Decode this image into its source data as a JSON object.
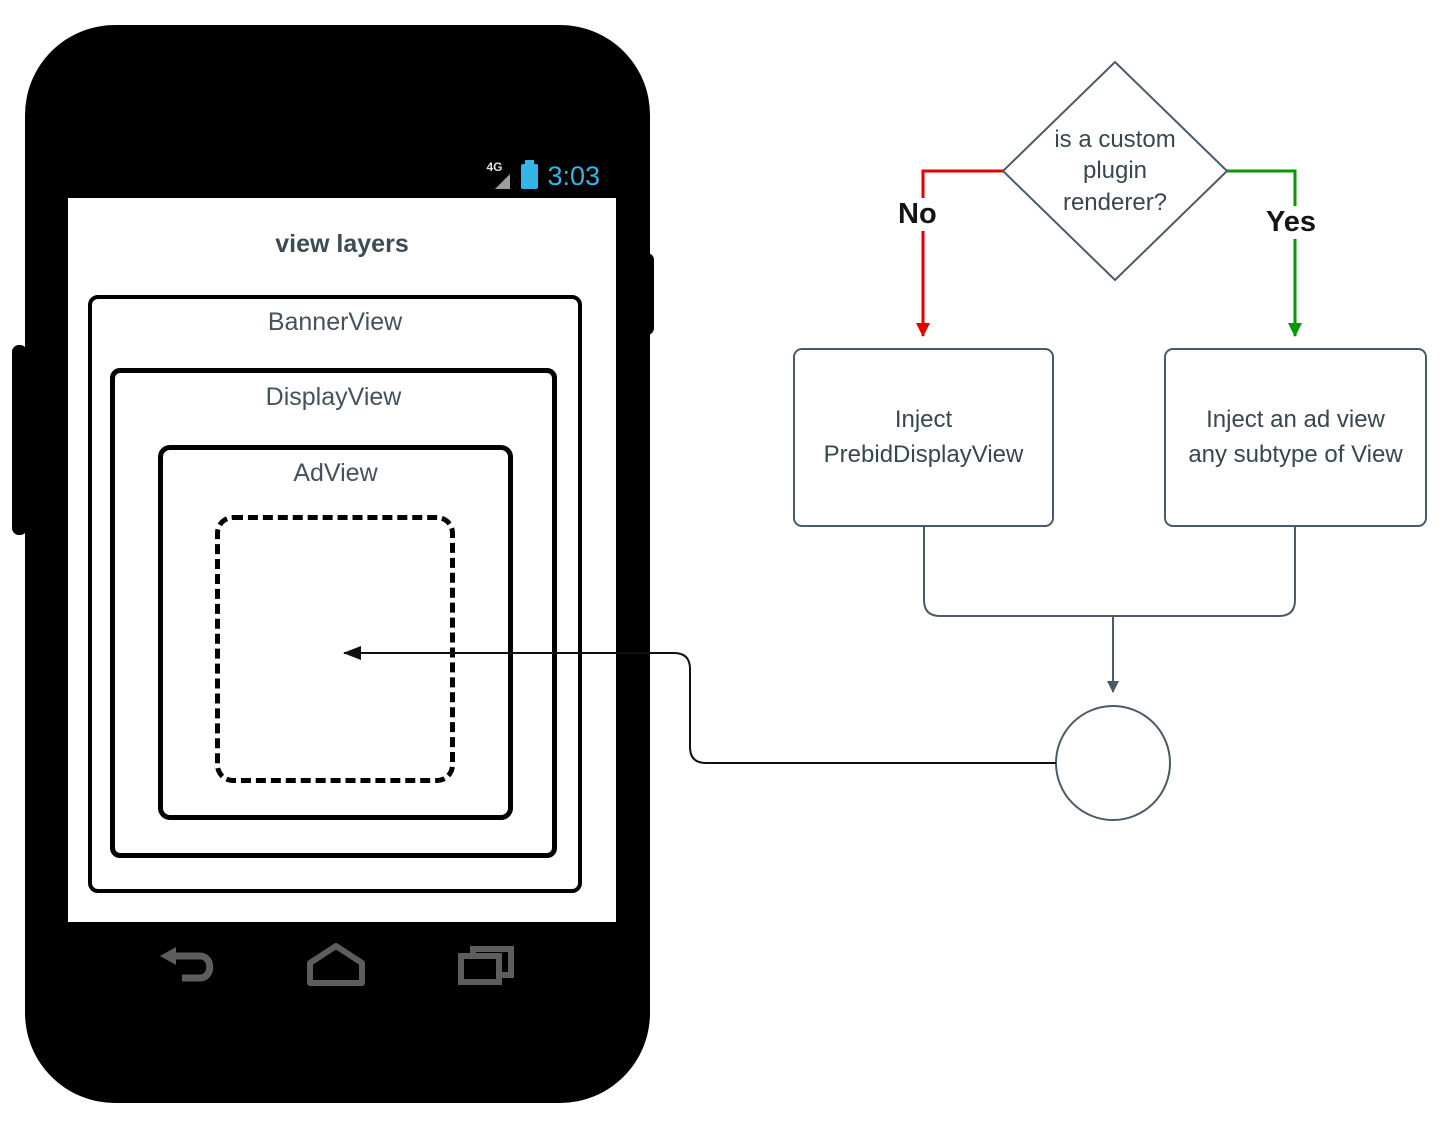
{
  "phone": {
    "status": {
      "network_label": "4G",
      "time": "3:03"
    },
    "title": "view layers",
    "layers": {
      "banner": "BannerView",
      "display": "DisplayView",
      "ad": "AdView"
    },
    "icons": {
      "signal": "cellular-signal-4g",
      "battery": "battery",
      "back": "back-arrow",
      "home": "home",
      "recents": "recent-apps"
    }
  },
  "flow": {
    "decision": "is a custom plugin renderer?",
    "no": {
      "label": "No",
      "box": "Inject PrebidDisplayView"
    },
    "yes": {
      "label": "Yes",
      "box": "Inject an ad view any subtype of View"
    }
  },
  "colors": {
    "no-arrow": "#e60000",
    "yes-arrow": "#009b00",
    "line": "#4a5a66",
    "status-accent": "#33b5e5",
    "text": "#37474f"
  }
}
